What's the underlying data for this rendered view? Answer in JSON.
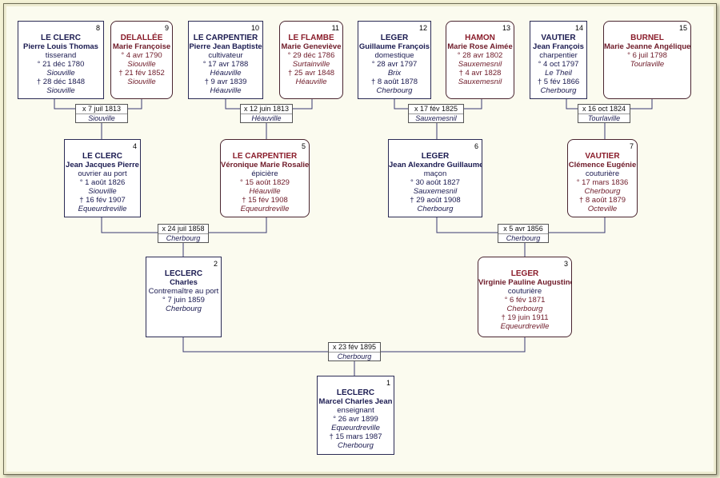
{
  "persons": [
    {
      "num": "8",
      "surname": "LE CLERC",
      "given": "Pierre Louis Thomas",
      "occupation": "tisserand",
      "birth_date": "° 21 déc 1780",
      "birth_place": "Siouville",
      "death_date": "† 28 déc 1848",
      "death_place": "Siouville"
    },
    {
      "num": "9",
      "surname": "DELALLÉE",
      "given": "Marie Françoise",
      "occupation": "",
      "birth_date": "° 4 avr 1790",
      "birth_place": "Siouville",
      "death_date": "† 21 fév 1852",
      "death_place": "Siouville"
    },
    {
      "num": "10",
      "surname": "LE CARPENTIER",
      "given": "Pierre Jean Baptiste",
      "occupation": "cultivateur",
      "birth_date": "° 17 avr 1788",
      "birth_place": "Héauville",
      "death_date": "† 9 avr 1839",
      "death_place": "Héauville"
    },
    {
      "num": "11",
      "surname": "LE FLAMBE",
      "given": "Marie Geneviève",
      "occupation": "",
      "birth_date": "° 29 déc 1786",
      "birth_place": "Surtainville",
      "death_date": "† 25 avr 1848",
      "death_place": "Héauville"
    },
    {
      "num": "12",
      "surname": "LEGER",
      "given": "Guillaume François",
      "occupation": "domestique",
      "birth_date": "° 28 avr 1797",
      "birth_place": "Brix",
      "death_date": "† 8 août 1878",
      "death_place": "Cherbourg"
    },
    {
      "num": "13",
      "surname": "HAMON",
      "given": "Marie Rose Aimée",
      "occupation": "",
      "birth_date": "° 28 avr 1802",
      "birth_place": "Sauxemesnil",
      "death_date": "† 4 avr 1828",
      "death_place": "Sauxemesnil"
    },
    {
      "num": "14",
      "surname": "VAUTIER",
      "given": "Jean François",
      "occupation": "charpentier",
      "birth_date": "° 4 oct 1797",
      "birth_place": "Le Theil",
      "death_date": "† 5 fév 1866",
      "death_place": "Cherbourg"
    },
    {
      "num": "15",
      "surname": "BURNEL",
      "given": "Marie Jeanne Angélique",
      "occupation": "",
      "birth_date": "° 6 juil 1798",
      "birth_place": "Tourlaville",
      "death_date": "",
      "death_place": ""
    },
    {
      "num": "4",
      "surname": "LE CLERC",
      "given": "Jean Jacques Pierre",
      "occupation": "ouvrier au port",
      "birth_date": "° 1 août 1826",
      "birth_place": "Siouville",
      "death_date": "† 16 fév 1907",
      "death_place": "Equeurdreville"
    },
    {
      "num": "5",
      "surname": "LE CARPENTIER",
      "given": "Véronique Marie Rosalie",
      "occupation": "épicière",
      "birth_date": "° 15 août 1829",
      "birth_place": "Héauville",
      "death_date": "† 15 fév 1908",
      "death_place": "Equeurdreville"
    },
    {
      "num": "6",
      "surname": "LEGER",
      "given": "Jean Alexandre Guillaume",
      "occupation": "maçon",
      "birth_date": "° 30 août 1827",
      "birth_place": "Sauxemesnil",
      "death_date": "† 29 août 1908",
      "death_place": "Cherbourg"
    },
    {
      "num": "7",
      "surname": "VAUTIER",
      "given": "Clémence Eugénie",
      "occupation": "couturière",
      "birth_date": "° 17 mars 1836",
      "birth_place": "Cherbourg",
      "death_date": "† 8 août 1879",
      "death_place": "Octeville"
    },
    {
      "num": "2",
      "surname": "LECLERC",
      "given": "Charles",
      "occupation": "Contremaître au port",
      "birth_date": "° 7 juin 1859",
      "birth_place": "Cherbourg",
      "death_date": "",
      "death_place": ""
    },
    {
      "num": "3",
      "surname": "LEGER",
      "given": "Virginie Pauline Augustine",
      "occupation": "couturière",
      "birth_date": "° 6 fév 1871",
      "birth_place": "Cherbourg",
      "death_date": "† 19 juin 1911",
      "death_place": "Equeurdreville"
    },
    {
      "num": "1",
      "surname": "LECLERC",
      "given": "Marcel Charles Jean",
      "occupation": "enseignant",
      "birth_date": "° 26 avr 1899",
      "birth_place": "Equeurdreville",
      "death_date": "† 15 mars 1987",
      "death_place": "Cherbourg"
    }
  ],
  "marriages": [
    {
      "date": "x 7 juil 1813",
      "place": "Siouville"
    },
    {
      "date": "x 12 juin 1813",
      "place": "Héauville"
    },
    {
      "date": "x 17 fév 1825",
      "place": "Sauxemesnil"
    },
    {
      "date": "x 16 oct 1824",
      "place": "Tourlaville"
    },
    {
      "date": "x 24 juil 1858",
      "place": "Cherbourg"
    },
    {
      "date": "x 5 avr 1856",
      "place": "Cherbourg"
    },
    {
      "date": "x 23 fév 1895",
      "place": "Cherbourg"
    }
  ]
}
